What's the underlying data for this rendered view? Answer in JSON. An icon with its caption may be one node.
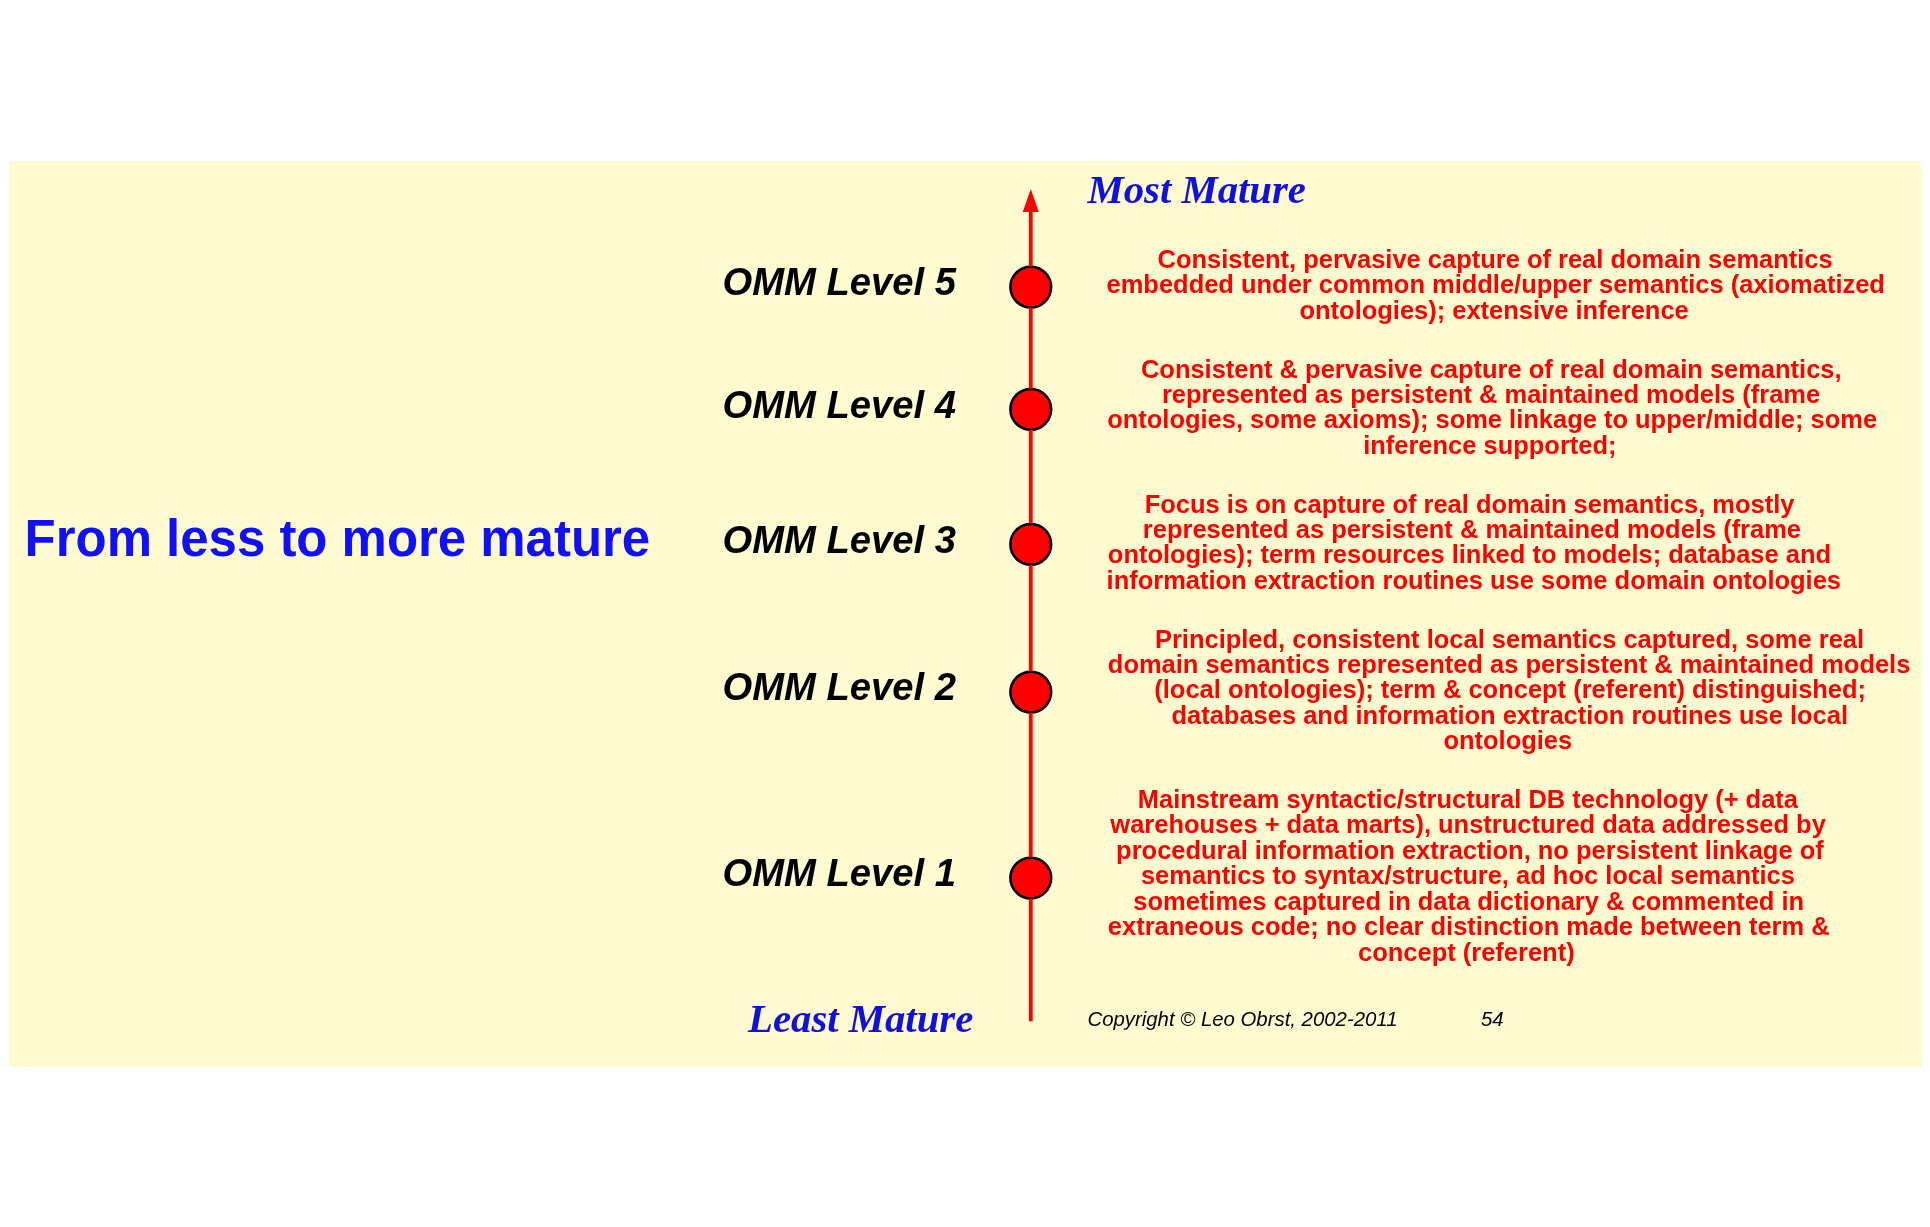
{
  "diagram": {
    "nodes": [
      {
        "text": [],
        "shape": "circle",
        "beside": [
          "OMM Level 1",
          "Mainstream syntactic/structural DB technology (+ data warehouses + data marts), unstructured data addressed by procedural information extraction, no persistent linkage of semantics to syntax/structure, ad hoc local semantics sometimes captured in data dictionary & commented in extraneous code; no clear distinction made between term & concept (referent)"
        ]
      },
      {
        "text": [],
        "shape": "circle",
        "beside": [
          "OMM Level 2",
          "Principled, consistent local semantics captured, some real domain semantics represented as persistent & maintained models (local ontologies); term & concept (referent) distinguished; databases and information extraction routines use local ontologies"
        ]
      },
      {
        "text": [],
        "shape": "circle",
        "beside": [
          "OMM Level 3",
          "Focus is on capture of real domain semantics, mostly  represented as persistent & maintained models (frame ontologies); term resources linked to models; database and  information extraction routines use some domain ontologies"
        ]
      },
      {
        "text": [],
        "shape": "circle",
        "beside": [
          "OMM Level 4",
          "Consistent & pervasive capture of real domain semantics, represented as persistent & maintained models (frame ontologies, some axioms); some linkage to upper/middle; some inference supported;"
        ]
      },
      {
        "text": [],
        "shape": "circle",
        "beside": [
          "OMM Level 5",
          "Consistent, pervasive capture of real domain semantics embedded under common middle/upper semantics (axiomatized ontologies); extensive inference"
        ]
      }
    ],
    "edges": [
      {
        "from": null,
        "to": 0,
        "arrow": "none"
      },
      {
        "from": 0,
        "to": 1,
        "arrow": "none"
      },
      {
        "from": 1,
        "to": 2,
        "arrow": "none"
      },
      {
        "from": 2,
        "to": 3,
        "arrow": "none"
      },
      {
        "from": 3,
        "to": 4,
        "arrow": "none"
      },
      {
        "from": 4,
        "to": null,
        "arrow": "to"
      }
    ],
    "labels": [
      "Most Mature",
      "From less to more mature",
      "Least Mature",
      "Copyright © Leo Obrst, 2002-2011",
      "54"
    ]
  }
}
